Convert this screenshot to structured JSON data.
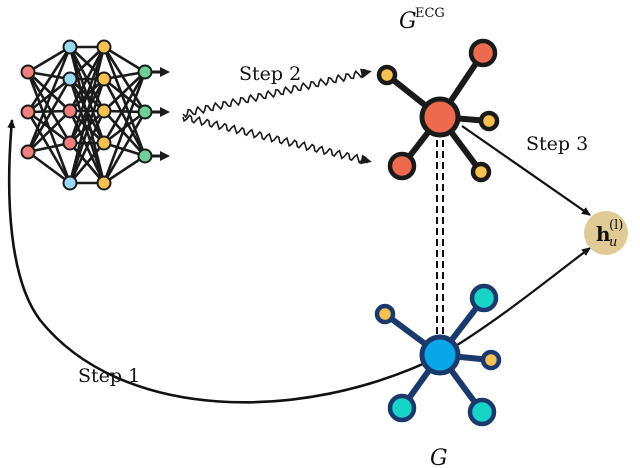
{
  "labels": {
    "step1": "Step 1",
    "step2": "Step 2",
    "step3": "Step 3",
    "graph_ecg_base": "G",
    "graph_ecg_sup": "ECG",
    "graph_base": "G",
    "node_h_base": "h",
    "node_h_sub": "u",
    "node_h_sup": "(l)"
  },
  "colors": {
    "ecg_center": "#ee6a4f",
    "ecg_leaf": "#ee6a4f",
    "leaf_yellow": "#f7c052",
    "graph_center": "#0aa6ea",
    "graph_leaf": "#18d4c8",
    "graph_small": "#f7c052",
    "node_h": "#e0cb96",
    "nn_pink": "#f08080",
    "nn_green": "#6fcf97",
    "nn_blue": "#9bd7f2",
    "nn_yellow": "#f7c052",
    "stroke": "#1a1a1a",
    "graph_stroke": "#1a3a6e"
  },
  "icons": {
    "network": "neural-network-icon"
  }
}
